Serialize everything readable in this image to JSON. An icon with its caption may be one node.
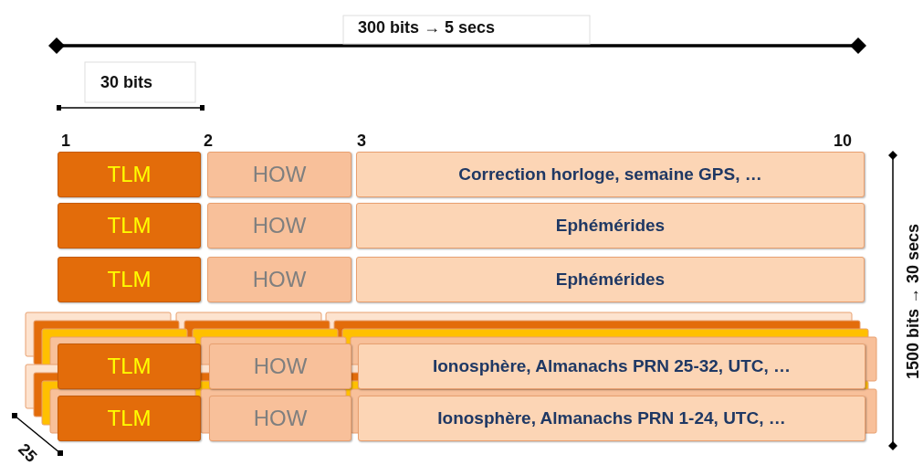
{
  "diagram": {
    "nodes": [
      {
        "text": [
          "TLM"
        ]
      },
      {
        "text": [
          "HOW"
        ]
      },
      {
        "text": [
          "Correction horloge, semaine GPS, …"
        ]
      },
      {
        "text": [
          "TLM"
        ]
      },
      {
        "text": [
          "HOW"
        ]
      },
      {
        "text": [
          "Ephémérides"
        ]
      },
      {
        "text": [
          "TLM"
        ]
      },
      {
        "text": [
          "HOW"
        ]
      },
      {
        "text": [
          "Ephémérides"
        ]
      },
      {
        "text": [
          "TLM"
        ]
      },
      {
        "text": [
          "HOW"
        ]
      },
      {
        "text": [
          "Ionosphère, Almanachs PRN 25-32, UTC, …"
        ]
      },
      {
        "text": [
          "TLM"
        ]
      },
      {
        "text": [
          "HOW"
        ]
      },
      {
        "text": [
          "Ionosphère, Almanachs PRN 1-24, UTC, …"
        ]
      }
    ],
    "labels": [
      "300 bits → 5 secs",
      "30 bits",
      "1",
      "2",
      "3",
      "10",
      "1500 bits → 30 secs",
      "25"
    ]
  }
}
